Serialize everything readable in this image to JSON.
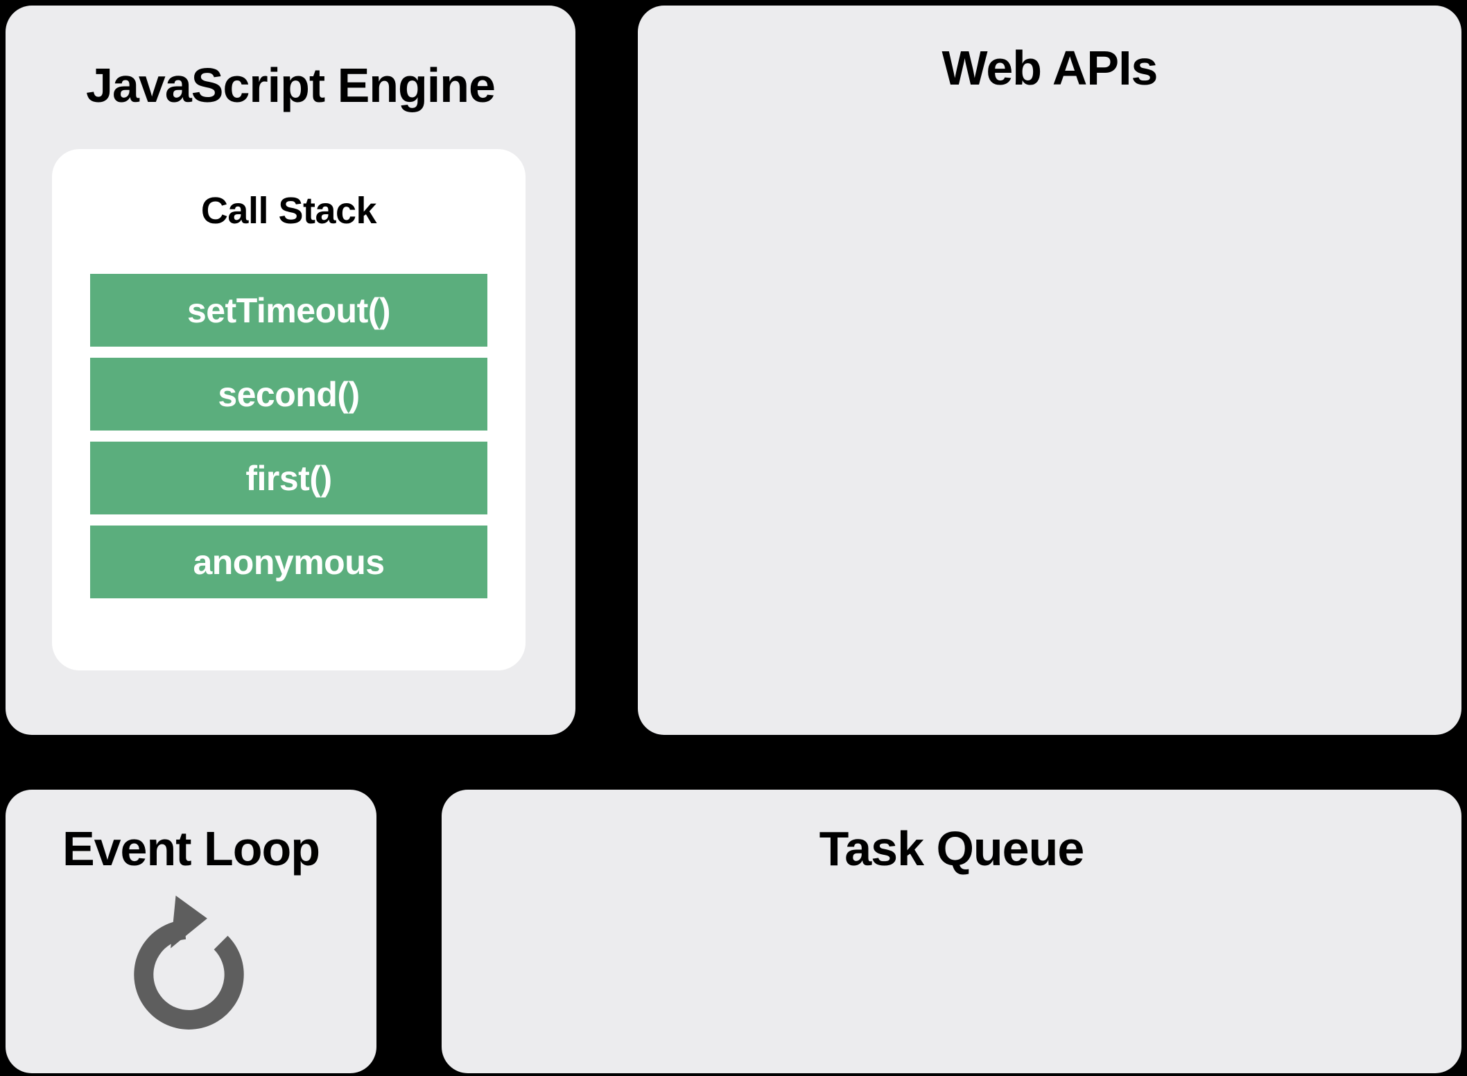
{
  "panels": {
    "js_engine": {
      "title": "JavaScript Engine"
    },
    "call_stack": {
      "title": "Call Stack",
      "frames": [
        "setTimeout()",
        "second()",
        "first()",
        "anonymous"
      ]
    },
    "web_apis": {
      "title": "Web APIs"
    },
    "event_loop": {
      "title": "Event Loop",
      "icon": "loop-refresh-icon"
    },
    "task_queue": {
      "title": "Task Queue"
    }
  },
  "colors": {
    "background": "#000000",
    "panel": "#ECECEE",
    "card": "#FFFFFF",
    "frame_green": "#5BAE7D",
    "frame_text": "#FFFFFF",
    "title_text": "#000000",
    "icon_gray": "#5E5E5E"
  }
}
